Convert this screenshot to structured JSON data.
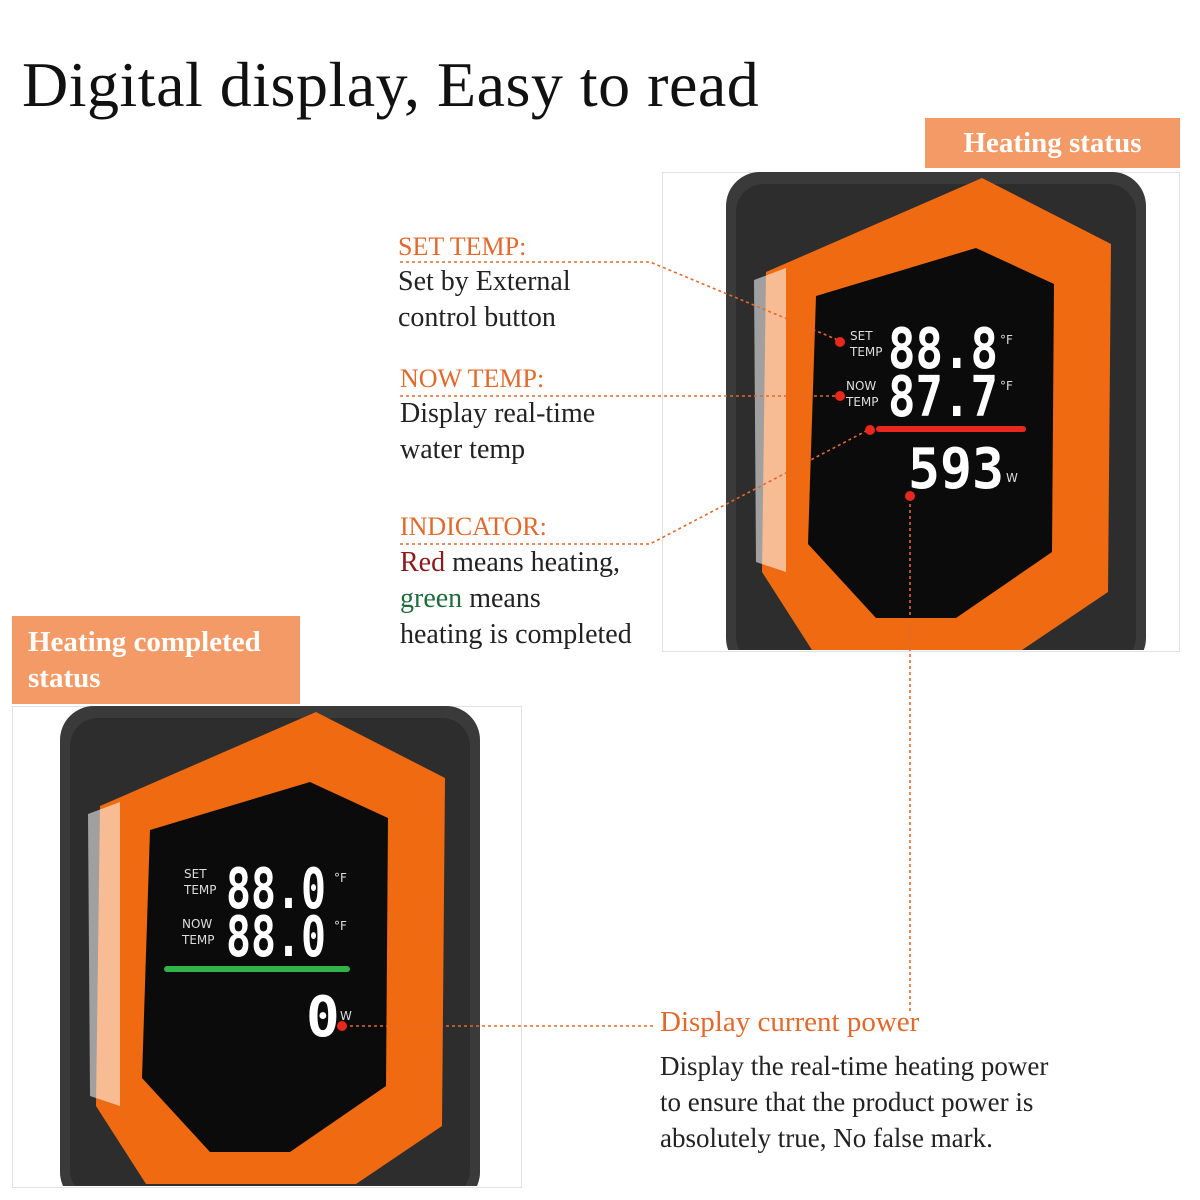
{
  "headline": "Digital display, Easy to read",
  "tags": {
    "heating_status": "Heating status",
    "heating_completed_line1": "Heating completed",
    "heating_completed_line2": "status"
  },
  "callouts": {
    "set_temp": {
      "title": "SET TEMP:",
      "lines": [
        "Set by External",
        "control button"
      ]
    },
    "now_temp": {
      "title": "NOW TEMP:",
      "lines": [
        "Display real-time",
        "water temp"
      ]
    },
    "indicator": {
      "title": "INDICATOR:",
      "line1_red": "Red",
      "line1_rest": " means heating,",
      "line2_green": "green",
      "line2_rest": " means",
      "line3": "heating is completed"
    },
    "power": {
      "title": "Display current power",
      "lines": [
        "Display the real-time heating power",
        "to ensure that the product power is",
        "absolutely true, No false mark."
      ]
    }
  },
  "device_heating": {
    "set_label_1": "SET",
    "set_label_2": "TEMP",
    "now_label_1": "NOW",
    "now_label_2": "TEMP",
    "set_value": "88.8",
    "now_value": "87.7",
    "unit_f": "°F",
    "power_value": "593",
    "power_unit": "W",
    "indicator_color": "#e8281c"
  },
  "device_completed": {
    "set_label_1": "SET",
    "set_label_2": "TEMP",
    "now_label_1": "NOW",
    "now_label_2": "TEMP",
    "set_value": "88.0",
    "now_value": "88.0",
    "unit_f": "°F",
    "power_value": "0",
    "power_unit": "W",
    "indicator_color": "#2fb34a"
  },
  "colors": {
    "accent_orange": "#f06a12",
    "tag_orange": "#f49a66",
    "callout_orange": "#e2692c",
    "device_gray": "#3a3a3a"
  }
}
